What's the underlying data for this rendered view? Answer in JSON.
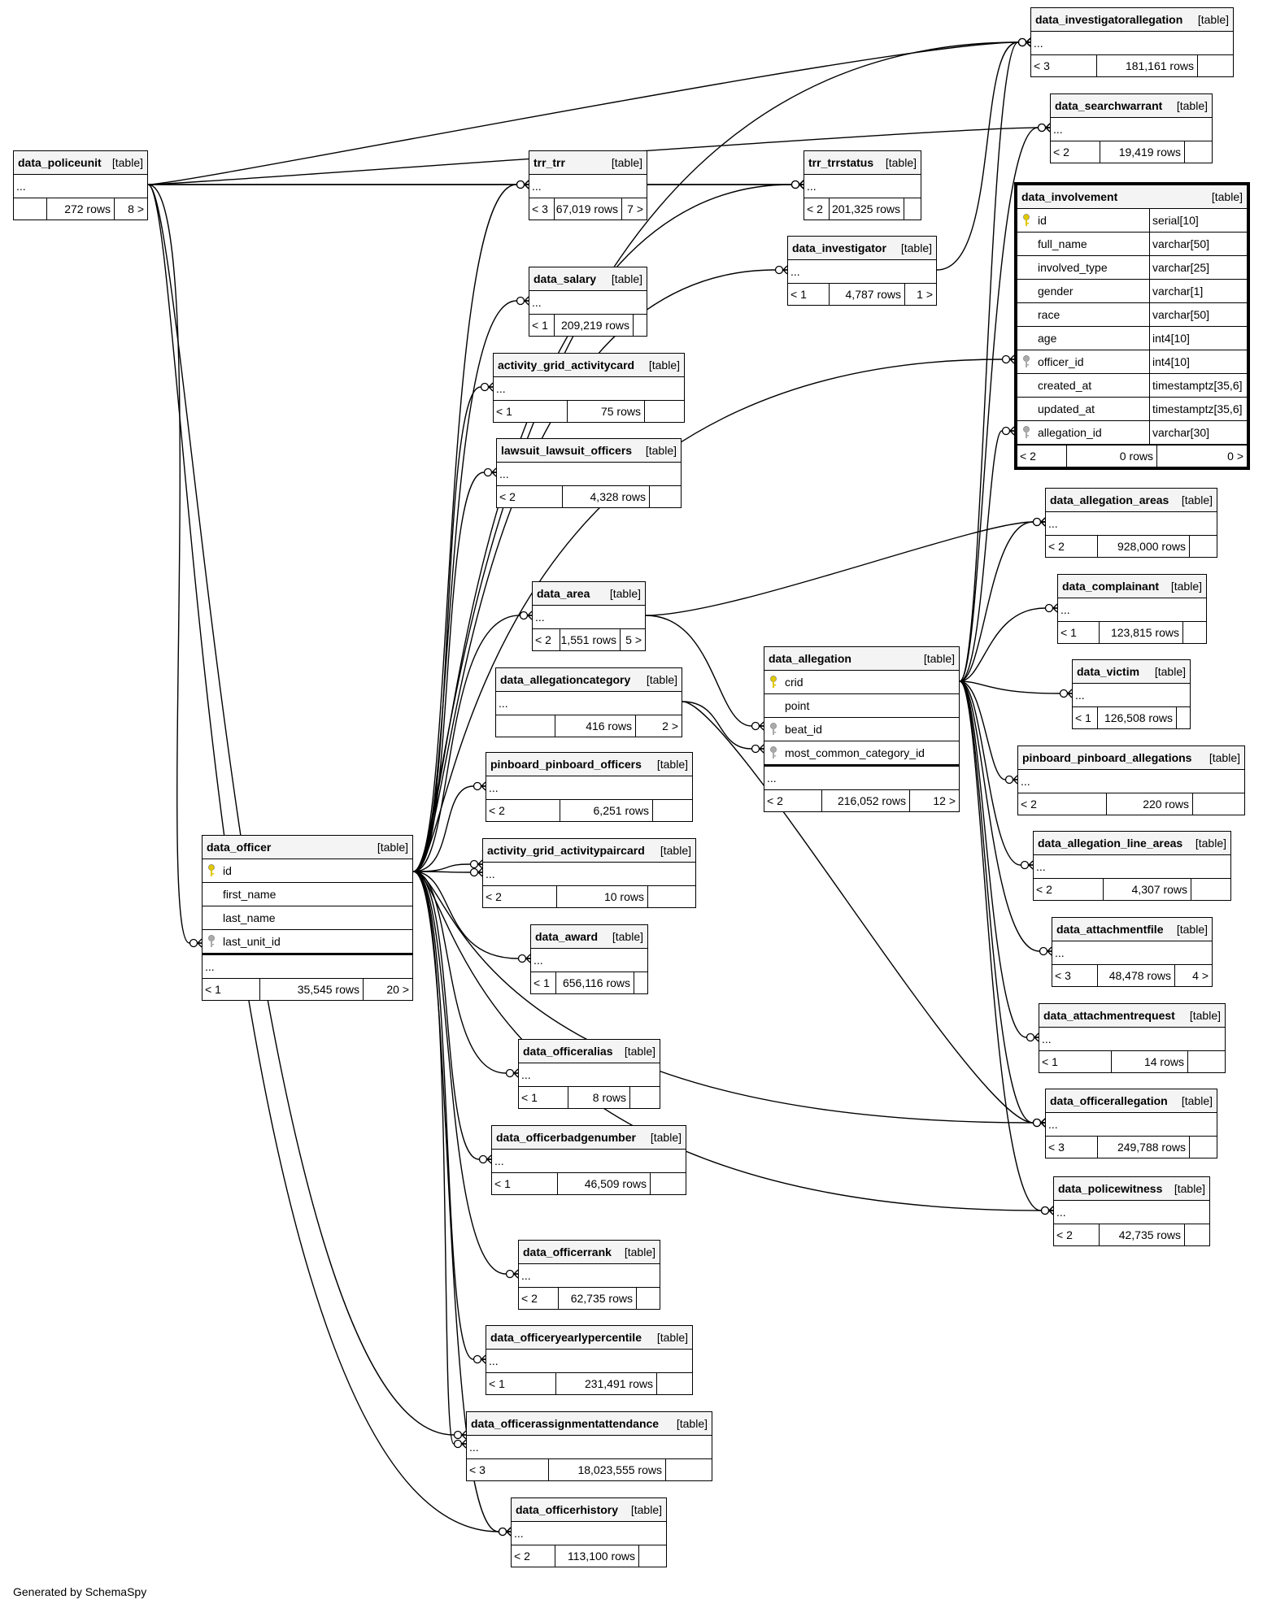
{
  "footer": "Generated by SchemaSpy",
  "colors": {
    "primary_key": "#e0c800",
    "foreign_key": "#aaaaaa",
    "line": "#000000"
  },
  "tables": {
    "data_policeunit": {
      "name": "data_policeunit",
      "type": "[table]",
      "ellipsis": "...",
      "parents": "",
      "rows": "272 rows",
      "children": "8 >"
    },
    "trr_trr": {
      "name": "trr_trr",
      "type": "[table]",
      "ellipsis": "...",
      "parents": "< 3",
      "rows": "67,019 rows",
      "children": "7 >"
    },
    "trr_trrstatus": {
      "name": "trr_trrstatus",
      "type": "[table]",
      "ellipsis": "...",
      "parents": "< 2",
      "rows": "201,325 rows",
      "children": ""
    },
    "data_investigatorallegation": {
      "name": "data_investigatorallegation",
      "type": "[table]",
      "ellipsis": "...",
      "parents": "< 3",
      "rows": "181,161 rows",
      "children": ""
    },
    "data_searchwarrant": {
      "name": "data_searchwarrant",
      "type": "[table]",
      "ellipsis": "...",
      "parents": "< 2",
      "rows": "19,419 rows",
      "children": ""
    },
    "data_investigator": {
      "name": "data_investigator",
      "type": "[table]",
      "ellipsis": "...",
      "parents": "< 1",
      "rows": "4,787 rows",
      "children": "1 >"
    },
    "data_salary": {
      "name": "data_salary",
      "type": "[table]",
      "ellipsis": "...",
      "parents": "< 1",
      "rows": "209,219 rows",
      "children": ""
    },
    "activity_grid_activitycard": {
      "name": "activity_grid_activitycard",
      "type": "[table]",
      "ellipsis": "...",
      "parents": "< 1",
      "rows": "75 rows",
      "children": ""
    },
    "lawsuit_lawsuit_officers": {
      "name": "lawsuit_lawsuit_officers",
      "type": "[table]",
      "ellipsis": "...",
      "parents": "< 2",
      "rows": "4,328 rows",
      "children": ""
    },
    "data_area": {
      "name": "data_area",
      "type": "[table]",
      "ellipsis": "...",
      "parents": "< 2",
      "rows": "1,551 rows",
      "children": "5 >"
    },
    "data_allegationcategory": {
      "name": "data_allegationcategory",
      "type": "[table]",
      "ellipsis": "...",
      "parents": "",
      "rows": "416 rows",
      "children": "2 >"
    },
    "pinboard_pinboard_officers": {
      "name": "pinboard_pinboard_officers",
      "type": "[table]",
      "ellipsis": "...",
      "parents": "< 2",
      "rows": "6,251 rows",
      "children": ""
    },
    "activity_grid_activitypaircard": {
      "name": "activity_grid_activitypaircard",
      "type": "[table]",
      "ellipsis": "...",
      "parents": "< 2",
      "rows": "10 rows",
      "children": ""
    },
    "data_award": {
      "name": "data_award",
      "type": "[table]",
      "ellipsis": "...",
      "parents": "< 1",
      "rows": "656,116 rows",
      "children": ""
    },
    "data_officeralias": {
      "name": "data_officeralias",
      "type": "[table]",
      "ellipsis": "...",
      "parents": "< 1",
      "rows": "8 rows",
      "children": ""
    },
    "data_officerbadgenumber": {
      "name": "data_officerbadgenumber",
      "type": "[table]",
      "ellipsis": "...",
      "parents": "< 1",
      "rows": "46,509 rows",
      "children": ""
    },
    "data_officerrank": {
      "name": "data_officerrank",
      "type": "[table]",
      "ellipsis": "...",
      "parents": "< 2",
      "rows": "62,735 rows",
      "children": ""
    },
    "data_officeryearlypercentile": {
      "name": "data_officeryearlypercentile",
      "type": "[table]",
      "ellipsis": "...",
      "parents": "< 1",
      "rows": "231,491 rows",
      "children": ""
    },
    "data_officerassignmentattendance": {
      "name": "data_officerassignmentattendance",
      "type": "[table]",
      "ellipsis": "...",
      "parents": "< 3",
      "rows": "18,023,555 rows",
      "children": ""
    },
    "data_officerhistory": {
      "name": "data_officerhistory",
      "type": "[table]",
      "ellipsis": "...",
      "parents": "< 2",
      "rows": "113,100 rows",
      "children": ""
    },
    "data_allegation_areas": {
      "name": "data_allegation_areas",
      "type": "[table]",
      "ellipsis": "...",
      "parents": "< 2",
      "rows": "928,000 rows",
      "children": ""
    },
    "data_complainant": {
      "name": "data_complainant",
      "type": "[table]",
      "ellipsis": "...",
      "parents": "< 1",
      "rows": "123,815 rows",
      "children": ""
    },
    "data_victim": {
      "name": "data_victim",
      "type": "[table]",
      "ellipsis": "...",
      "parents": "< 1",
      "rows": "126,508 rows",
      "children": ""
    },
    "pinboard_pinboard_allegations": {
      "name": "pinboard_pinboard_allegations",
      "type": "[table]",
      "ellipsis": "...",
      "parents": "< 2",
      "rows": "220 rows",
      "children": ""
    },
    "data_allegation_line_areas": {
      "name": "data_allegation_line_areas",
      "type": "[table]",
      "ellipsis": "...",
      "parents": "< 2",
      "rows": "4,307 rows",
      "children": ""
    },
    "data_attachmentfile": {
      "name": "data_attachmentfile",
      "type": "[table]",
      "ellipsis": "...",
      "parents": "< 3",
      "rows": "48,478 rows",
      "children": "4 >"
    },
    "data_attachmentrequest": {
      "name": "data_attachmentrequest",
      "type": "[table]",
      "ellipsis": "...",
      "parents": "< 1",
      "rows": "14 rows",
      "children": ""
    },
    "data_officerallegation": {
      "name": "data_officerallegation",
      "type": "[table]",
      "ellipsis": "...",
      "parents": "< 3",
      "rows": "249,788 rows",
      "children": ""
    },
    "data_policewitness": {
      "name": "data_policewitness",
      "type": "[table]",
      "ellipsis": "...",
      "parents": "< 2",
      "rows": "42,735 rows",
      "children": ""
    },
    "data_officer": {
      "name": "data_officer",
      "type": "[table]",
      "columns": [
        {
          "name": "id",
          "key": "pk"
        },
        {
          "name": "first_name",
          "key": ""
        },
        {
          "name": "last_name",
          "key": ""
        },
        {
          "name": "last_unit_id",
          "key": "fk"
        }
      ],
      "ellipsis": "...",
      "parents": "< 1",
      "rows": "35,545 rows",
      "children": "20 >"
    },
    "data_allegation": {
      "name": "data_allegation",
      "type": "[table]",
      "columns": [
        {
          "name": "crid",
          "key": "pk"
        },
        {
          "name": "point",
          "key": ""
        },
        {
          "name": "beat_id",
          "key": "fk"
        },
        {
          "name": "most_common_category_id",
          "key": "fk"
        }
      ],
      "ellipsis": "...",
      "parents": "< 2",
      "rows": "216,052 rows",
      "children": "12 >"
    },
    "data_involvement": {
      "name": "data_involvement",
      "type": "[table]",
      "columns": [
        {
          "name": "id",
          "type": "serial[10]",
          "key": "pk"
        },
        {
          "name": "full_name",
          "type": "varchar[50]",
          "key": ""
        },
        {
          "name": "involved_type",
          "type": "varchar[25]",
          "key": ""
        },
        {
          "name": "gender",
          "type": "varchar[1]",
          "key": ""
        },
        {
          "name": "race",
          "type": "varchar[50]",
          "key": ""
        },
        {
          "name": "age",
          "type": "int4[10]",
          "key": ""
        },
        {
          "name": "officer_id",
          "type": "int4[10]",
          "key": "fk"
        },
        {
          "name": "created_at",
          "type": "timestamptz[35,6]",
          "key": ""
        },
        {
          "name": "updated_at",
          "type": "timestamptz[35,6]",
          "key": ""
        },
        {
          "name": "allegation_id",
          "type": "varchar[30]",
          "key": "fk"
        }
      ],
      "parents": "< 2",
      "rows": "0 rows",
      "children": "0 >"
    }
  }
}
